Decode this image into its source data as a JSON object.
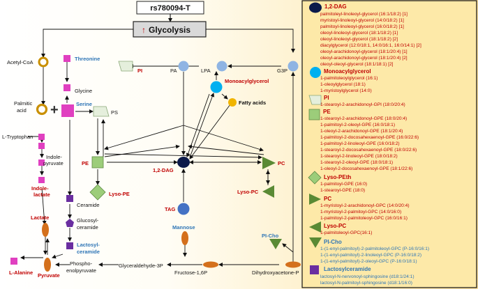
{
  "header": {
    "snp": "rs780094-T",
    "arrow": "↑",
    "pathway": "Glycolysis"
  },
  "nodes": {
    "acetyl_coa": "Acetyl-CoA",
    "threonine": "Threonine",
    "glycine": "Glycine",
    "palmitic_acid_1": "Palmitic",
    "palmitic_acid_2": "acid",
    "serine": "Serine",
    "ps": "PS",
    "pi": "PI",
    "pa": "PA",
    "lpa": "LPA",
    "g3p": "G3P",
    "monoacylglycerol": "Monoacylglycerol",
    "fatty_acids": "Fatty acids",
    "l_tryptophan": "L-Tryptophan",
    "indole_pyruvate_1": "Indole-",
    "indole_pyruvate_2": "pyruvate",
    "indole_lactate_1": "Indole-",
    "indole_lactate_2": "lactate",
    "pe": "PE",
    "dag": "1,2-DAG",
    "pc": "PC",
    "lyso_pe": "Lyso-PE",
    "lyso_pc": "Lyso-PC",
    "ceramide": "Ceramide",
    "glucosyl_ceramide_1": "Glucosyl-",
    "glucosyl_ceramide_2": "ceramide",
    "lactosyl_ceramide_1": "Lactosyl-",
    "lactosyl_ceramide_2": "ceramide",
    "lactate": "Lactate",
    "tag": "TAG",
    "mannose": "Mannose",
    "pi_cho": "PI-Cho",
    "l_alanine": "L-Alanine",
    "pyruvate": "Pyruvate",
    "pep_1": "Phospho-",
    "pep_2": "enolpyruvate",
    "gap": "Glyceraldehyde-3P",
    "f16p": "Fructose-1,6P",
    "dhap": "Dihydroxyacetone-P"
  },
  "legend": {
    "groups": [
      {
        "title": "1,2-DAG",
        "color": "red",
        "items": [
          "palmitoleyl-linoleoyl-glycerol (16:1/18:2) [1]",
          "myristoyl-linoleoyl-glycerol (14:0/18:2) [1]",
          "palmitoyl-linoleoyl-glycerol (16:0/18:2) [1]",
          "oleoyl-linoleoyl-glycerol (18:1/18:2) [1]",
          "oleoyl-linoleoyl-glycerol (18:1/18:2) [2]",
          "diacylglycerol (12:0/18:1, 14:0/16:1, 16:0/14:1) [2]",
          "oleoyl-arachidonoyl-glycerol (18:1/20:4) [1]",
          "oleoyl-arachidonoyl-glycerol (18:1/20:4) [2]",
          "oleoyl-oleoyl-glycerol (18:1/18:1) [2]"
        ]
      },
      {
        "title": "Monoacylglycerol",
        "color": "red",
        "items": [
          "1-palmitoleoylglycerol (16:1)",
          "1-oleoylglycerol (18:1)",
          "1-myristoylglycerol (14:0)"
        ]
      },
      {
        "title": "PI",
        "color": "red",
        "items": [
          "1-stearoyl-2-arachidonoyl-GPI (18:0/20:4)"
        ]
      },
      {
        "title": "PE",
        "color": "red",
        "items": [
          "1-stearoyl-2-arachidonoyl-GPE (18:0/20:4)",
          "1-palmitoyl-2-oleoyl-GPE (16:0/18:1)",
          "1-oleoyl-2-arachidonoyl-GPE (18:1/20:4)",
          "1-palmitoyl-2-docosahexaenoyl-GPE (16:0/22:6)",
          "1-palmitoyl-2-linoleoyl-GPE (16:0/18:2)",
          "1-stearoyl-2-docosahexaenoyl-GPE (18:0/22:6)",
          "1-stearoyl-2-linoleoyl-GPE (18:0/18:2)",
          "1-stearoyl-2-oleoyl-GPE (18:0/18:1)",
          "1-oleoyl-2-docosahexaenoyl-GPE (18:1/22:6)"
        ]
      },
      {
        "title": "Lyso-PEth",
        "color": "red",
        "items": [
          "1-palmitoyl-GPE (16:0)",
          "1-stearoyl-GPE (18:0)"
        ]
      },
      {
        "title": "PC",
        "color": "red",
        "items": [
          "1-myristoyl-2-arachidonoyl-GPC (14:0/20:4)",
          "1-myristoyl-2-palmitoyl-GPC (14:0/16:0)",
          "1-palmitoyl-2-palmitoleoyl-GPC (16:0/16:1)"
        ]
      },
      {
        "title": "Lyso-PC",
        "color": "red",
        "items": [
          "1-palmitoleoyl-GPC(16:1)"
        ]
      },
      {
        "title": "PI-Cho",
        "color": "blue",
        "items": [
          "1-(1-enyl-palmitoyl)-2-palmitoleoyl-GPC (P-16:0/16:1)",
          "1-(1-enyl-palmitoyl)-2-linoleoyl-GPC (P-16:0/18:2)",
          "1-(1-enyl-palmitoyl)-2-oleoyl-GPC (P-16:0/18:1)"
        ]
      },
      {
        "title": "Lactosylceramide",
        "color": "blue",
        "items": [
          "lactosyl-N-nervonoyl-sphingosine (d18:1/24:1)",
          "lactosyl-N-palmitoyl-sphingosine (d18:1/16:0)"
        ]
      }
    ]
  },
  "colors": {
    "red": "#c00000",
    "blue": "#2e75b6",
    "magenta": "#e040c0",
    "orange": "#d4701c",
    "light_blue_circle": "#8fb4e3",
    "navy": "#0c1a4a",
    "cyan": "#00b0f0",
    "green_square": "#9ccd7a",
    "olive_triangle": "#5a8a34",
    "purple": "#6a2ea0",
    "gold": "#f0b400",
    "bg_left": "#ffffff",
    "bg_right": "#fde9a8"
  }
}
